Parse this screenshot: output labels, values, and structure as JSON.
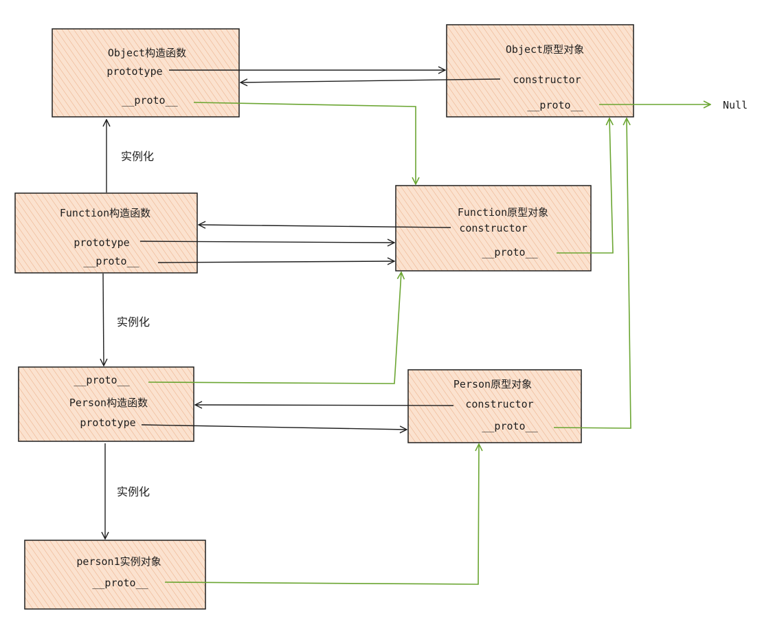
{
  "colors": {
    "box_fill": "#fbe2cf",
    "hatch": "#e8a074",
    "outline": "#1f1f1f",
    "black_arrow": "#1e1e1e",
    "proto_arrow": "#6aa531"
  },
  "boxes": {
    "object_ctor": {
      "title": "Object构造函数",
      "prototype": "prototype",
      "proto": "__proto__"
    },
    "object_proto": {
      "title": "Object原型对象",
      "constructor": "constructor",
      "proto": "__proto__"
    },
    "function_ctor": {
      "title": "Function构造函数",
      "prototype": "prototype",
      "proto": "__proto__"
    },
    "function_proto": {
      "title": "Function原型对象",
      "constructor": "constructor",
      "proto": "__proto__"
    },
    "person_ctor": {
      "title": "Person构造函数",
      "prototype": "prototype",
      "proto": "__proto__"
    },
    "person_proto": {
      "title": "Person原型对象",
      "constructor": "constructor",
      "proto": "__proto__"
    },
    "person1_instance": {
      "title": "person1实例对象",
      "proto": "__proto__"
    }
  },
  "edge_labels": {
    "instantiate_1": "实例化",
    "instantiate_2": "实例化",
    "instantiate_3": "实例化"
  },
  "null_label": "Null"
}
